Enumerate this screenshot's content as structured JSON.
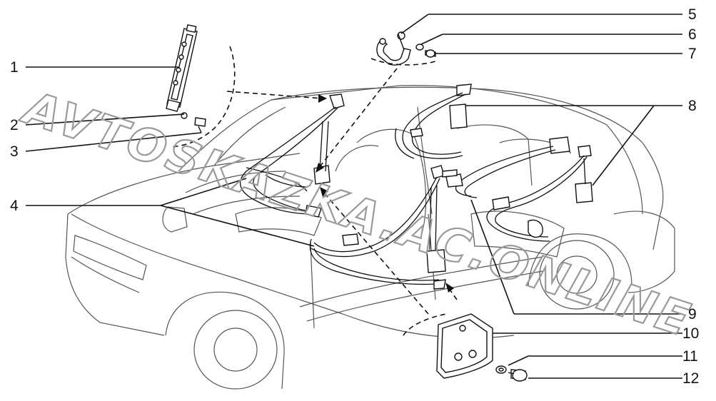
{
  "watermark": "AVTOSKAZKA.AC.ONLINE",
  "callouts": [
    {
      "id": 1,
      "label": "1"
    },
    {
      "id": 2,
      "label": "2"
    },
    {
      "id": 3,
      "label": "3"
    },
    {
      "id": 4,
      "label": "4"
    },
    {
      "id": 5,
      "label": "5"
    },
    {
      "id": 6,
      "label": "6"
    },
    {
      "id": 7,
      "label": "7"
    },
    {
      "id": 8,
      "label": "8"
    },
    {
      "id": 9,
      "label": "9"
    },
    {
      "id": 10,
      "label": "10"
    },
    {
      "id": 11,
      "label": "11"
    },
    {
      "id": 12,
      "label": "12"
    }
  ]
}
